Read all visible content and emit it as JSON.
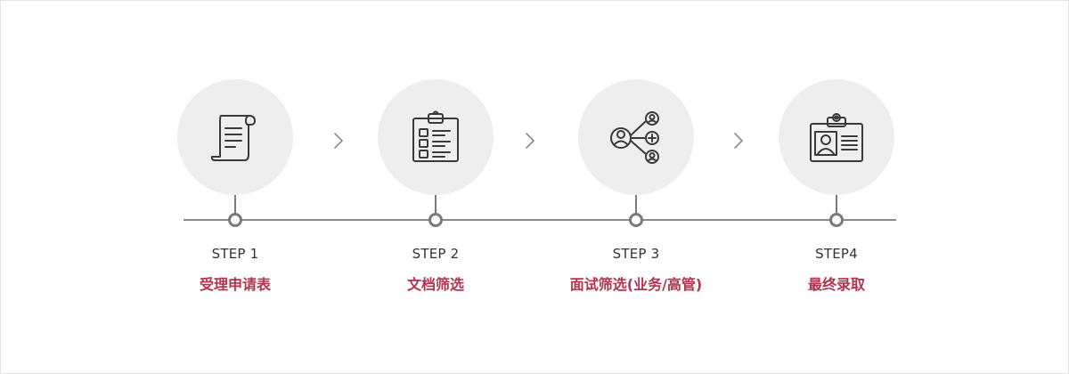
{
  "steps": [
    {
      "label": "STEP 1",
      "title": "受理申请表",
      "icon": "scroll-document-icon"
    },
    {
      "label": "STEP 2",
      "title": "文档筛选",
      "icon": "clipboard-checklist-icon"
    },
    {
      "label": "STEP 3",
      "title": "面试筛选(业务/高管)",
      "icon": "people-network-icon"
    },
    {
      "label": "STEP4",
      "title": "最终录取",
      "icon": "id-badge-icon"
    }
  ],
  "colors": {
    "accent": "#b0344f",
    "circle_bg": "#efeeef",
    "line": "#8a8a8a",
    "icon_stroke": "#3a3a3a",
    "arrow": "#8a8a8a"
  }
}
